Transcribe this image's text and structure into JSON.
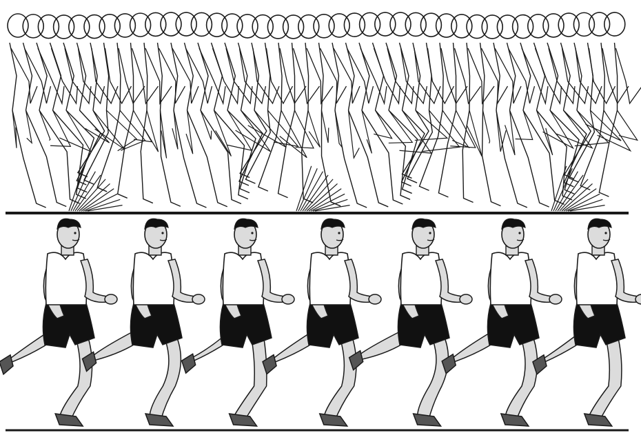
{
  "figure": {
    "panels": [
      {
        "id": "stick-figure-trace",
        "description_hidden": true
      },
      {
        "id": "runner-sequence",
        "description_hidden": true
      }
    ],
    "colors": {
      "ink": "#1a1a1a",
      "skin": "#dcdcdc",
      "shorts": "#111111",
      "singlet": "#ffffff",
      "background": "#ffffff"
    },
    "runner_count": 7,
    "head_trace_count": 40
  }
}
